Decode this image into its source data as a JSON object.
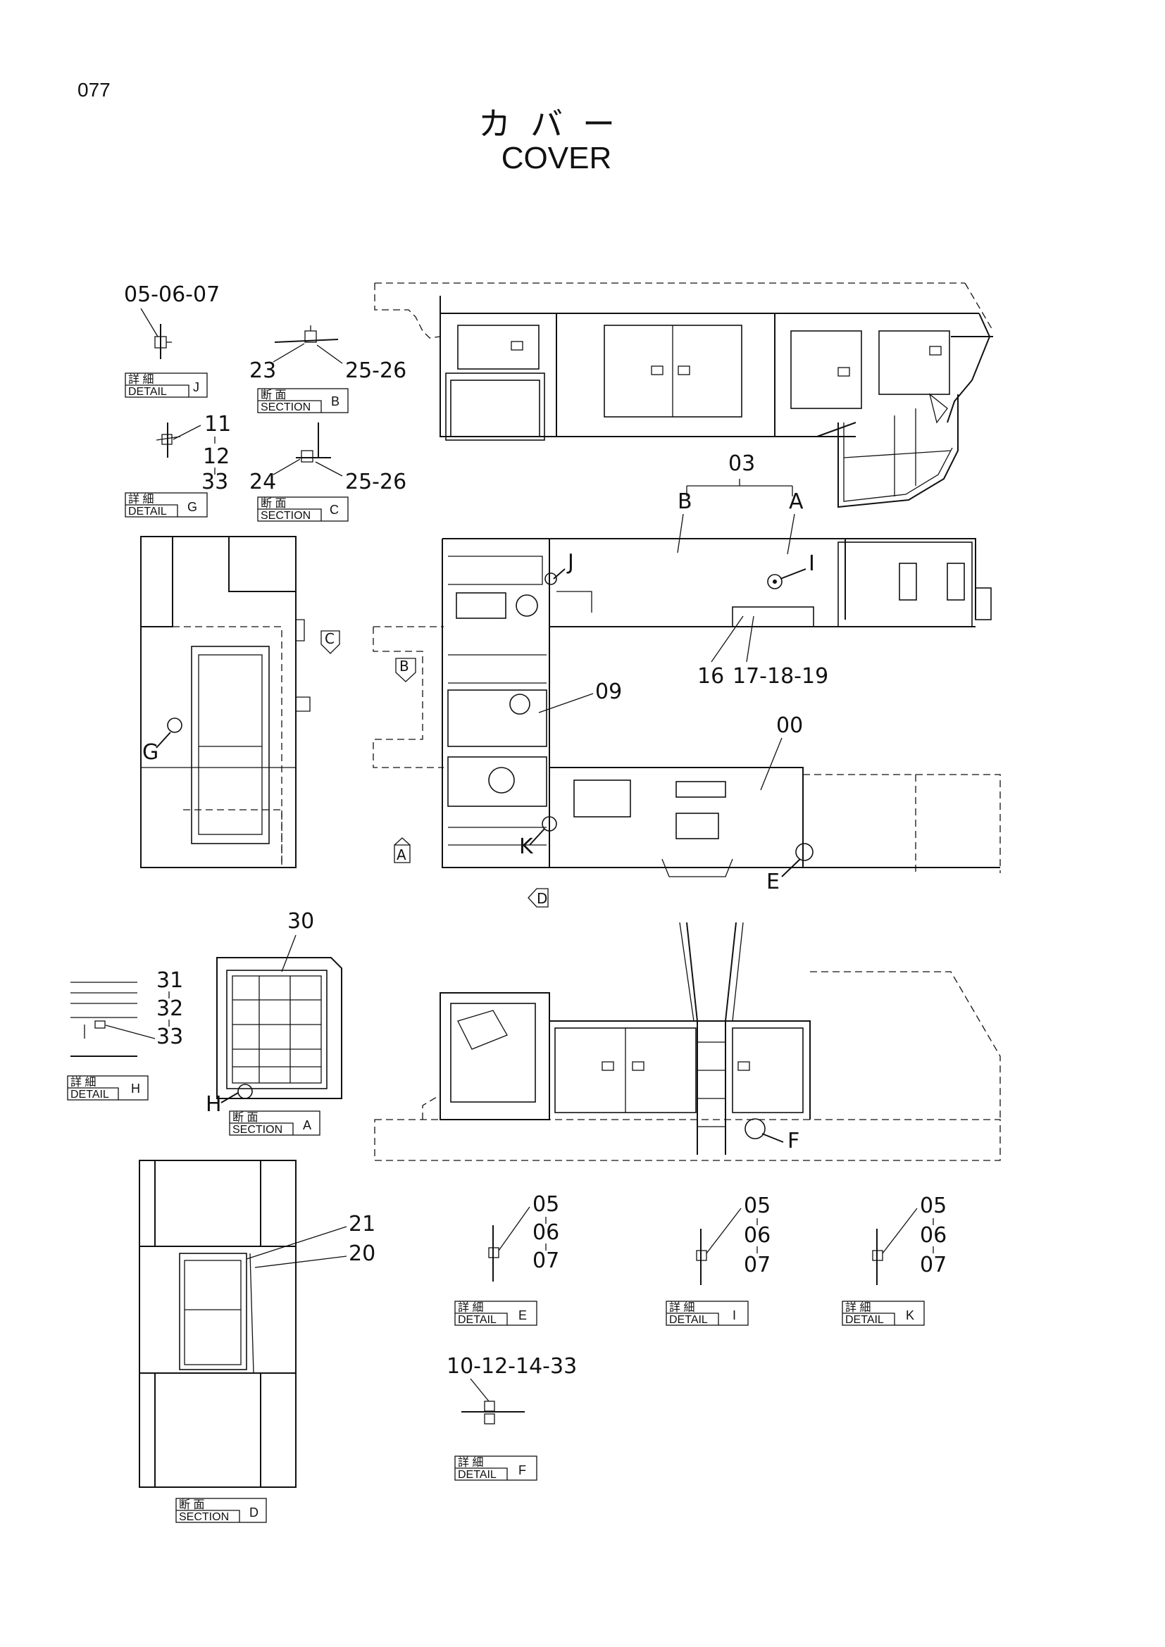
{
  "header": {
    "page_number": "077",
    "title_jp": "カバー",
    "title_en": "COVER"
  },
  "part_labels": {
    "p_05_06_07_top": "05-06-07",
    "p_23": "23",
    "p_25_26_b": "25-26",
    "p_11": "11",
    "p_12": "12",
    "p_33_g": "33",
    "p_24": "24",
    "p_25_26_c": "25-26",
    "p_03": "03",
    "p_09": "09",
    "p_16": "16",
    "p_17_18_19": "17-18-19",
    "p_00": "00",
    "p_30": "30",
    "p_31": "31",
    "p_32": "32",
    "p_33_h": "33",
    "p_21": "21",
    "p_20": "20",
    "p_05_e": "05",
    "p_06_e": "06",
    "p_07_e": "07",
    "p_05_i": "05",
    "p_06_i": "06",
    "p_07_i": "07",
    "p_05_k": "05",
    "p_06_k": "06",
    "p_07_k": "07",
    "p_10_12_14_33": "10-12-14-33"
  },
  "callouts": {
    "cB": "B",
    "cA": "A",
    "cJ": "J",
    "cI": "I",
    "cG": "G",
    "cK": "K",
    "cE": "E",
    "cH": "H",
    "cF": "F"
  },
  "view_markers": {
    "vC": "C",
    "vB": "B",
    "vA": "A",
    "vD": "D"
  },
  "tags": {
    "detail_kanji": "詳 細",
    "section_kanji": "断 面",
    "detail_word": "DETAIL",
    "section_word": "SECTION",
    "J": "J",
    "G": "G",
    "H": "H",
    "E": "E",
    "I": "I",
    "K": "K",
    "F": "F",
    "B": "B",
    "C": "C",
    "A": "A",
    "D": "D"
  }
}
